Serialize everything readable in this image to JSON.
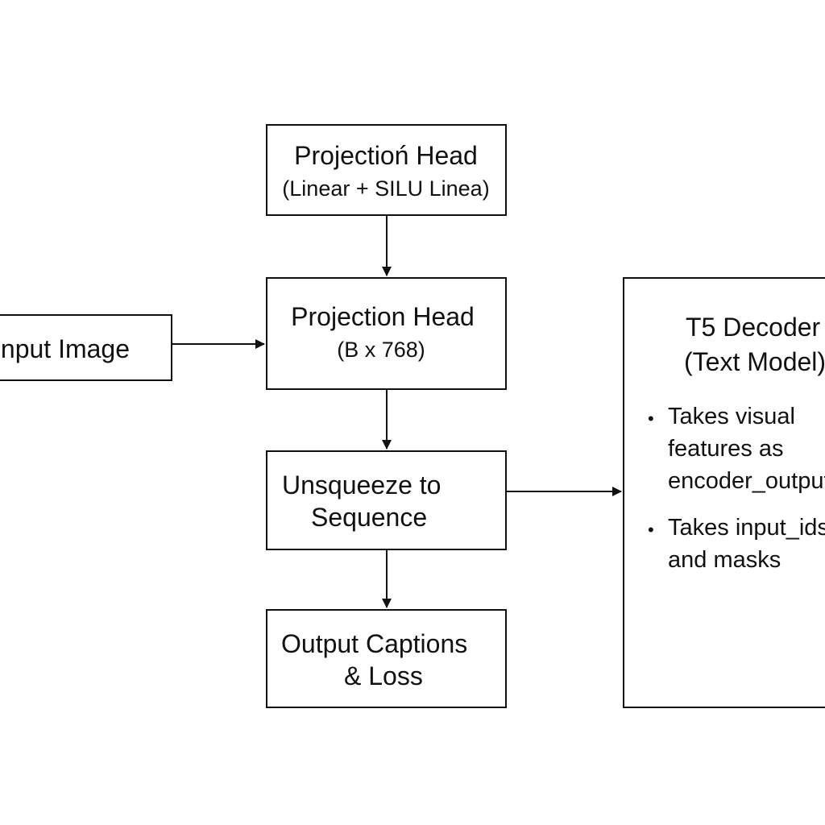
{
  "nodes": {
    "projection_head_top": {
      "title": "Projectioń Head",
      "subtitle": "(Linear + SILU Linea)"
    },
    "projection_head": {
      "title": "Projection Head",
      "subtitle": "(B x 768)"
    },
    "input_image": {
      "label": "Input Image"
    },
    "unsqueeze": {
      "line1": "Unsqueeze to",
      "line2": "Sequence"
    },
    "output": {
      "line1": "Output Captions",
      "line2": "& Loss"
    },
    "t5_decoder": {
      "title": "T5 Decoder",
      "subtitle": "(Text Model)",
      "bullets": [
        {
          "marker": "•",
          "lines": [
            "Takes visual",
            "features as",
            "encoder_outputs"
          ]
        },
        {
          "marker": "•",
          "lines": [
            "Takes input_ids",
            "and masks"
          ]
        }
      ]
    }
  },
  "edges": [
    {
      "from": "projection_head_top",
      "to": "projection_head"
    },
    {
      "from": "input_image",
      "to": "projection_head"
    },
    {
      "from": "projection_head",
      "to": "unsqueeze"
    },
    {
      "from": "unsqueeze",
      "to": "output"
    },
    {
      "from": "unsqueeze",
      "to": "t5_decoder"
    }
  ],
  "colors": {
    "stroke": "#111111",
    "background": "#ffffff"
  }
}
